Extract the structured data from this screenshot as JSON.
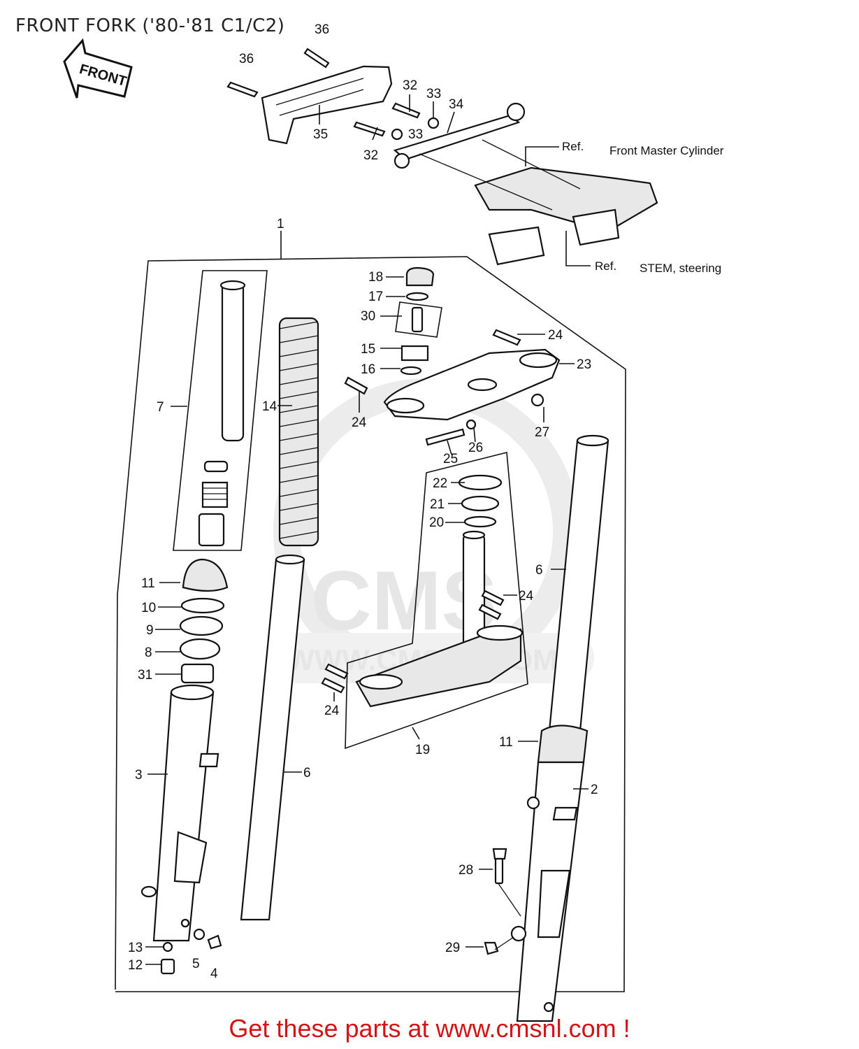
{
  "title": "FRONT FORK ('80-'81 C1/C2)",
  "footer": "Get these parts at www.cmsnl.com !",
  "front_badge": "FRONT",
  "watermark": {
    "logo": "CMS",
    "url": "WWW.CMSNL.COM"
  },
  "refs": {
    "master_cylinder": {
      "prefix": "Ref.",
      "text": "Front Master Cylinder"
    },
    "steering_stem": {
      "prefix": "Ref.",
      "text": "STEM, steering"
    }
  },
  "part_labels": {
    "p36a": "36",
    "p36b": "36",
    "p35": "35",
    "p32a": "32",
    "p33a": "33",
    "p34": "34",
    "p33b": "33",
    "p32b": "32",
    "p1": "1",
    "p18": "18",
    "p17": "17",
    "p30": "30",
    "p15": "15",
    "p16": "16",
    "p24a": "24",
    "p23": "23",
    "p24b": "24",
    "p27": "27",
    "p26": "26",
    "p25": "25",
    "p7": "7",
    "p14": "14",
    "p22": "22",
    "p21": "21",
    "p20": "20",
    "p6a": "6",
    "p24c": "24",
    "p11a": "11",
    "p10": "10",
    "p9": "9",
    "p8": "8",
    "p31": "31",
    "p24d": "24",
    "p19": "19",
    "p11b": "11",
    "p3": "3",
    "p6b": "6",
    "p2": "2",
    "p28": "28",
    "p29": "29",
    "p13": "13",
    "p12": "12",
    "p5": "5",
    "p4": "4"
  }
}
